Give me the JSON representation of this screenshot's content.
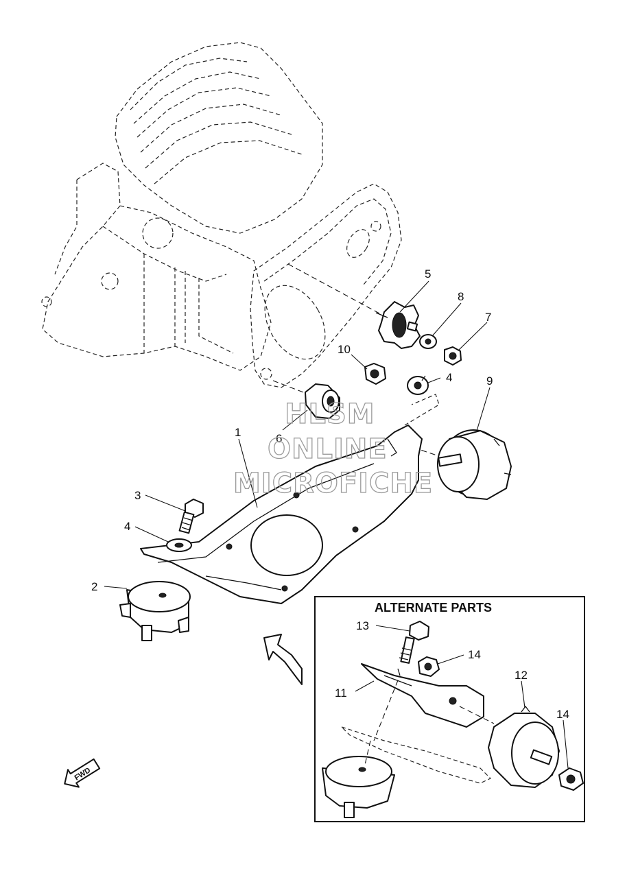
{
  "callouts": {
    "c1": "1",
    "c2": "2",
    "c3": "3",
    "c4a": "4",
    "c4b": "4",
    "c5": "5",
    "c6": "6",
    "c7": "7",
    "c8": "8",
    "c9": "9",
    "c10": "10",
    "c11": "11",
    "c12": "12",
    "c13": "13",
    "c14a": "14",
    "c14b": "14"
  },
  "alternate_parts": {
    "title": "ALTERNATE PARTS"
  },
  "direction": {
    "label": "FWD"
  },
  "watermark": {
    "line1": "HLSM",
    "line2": "ONLINE",
    "line3": "MICROFICHE"
  },
  "colors": {
    "ink": "#111111",
    "paper": "#ffffff",
    "watermark": "#9a9a9a"
  }
}
